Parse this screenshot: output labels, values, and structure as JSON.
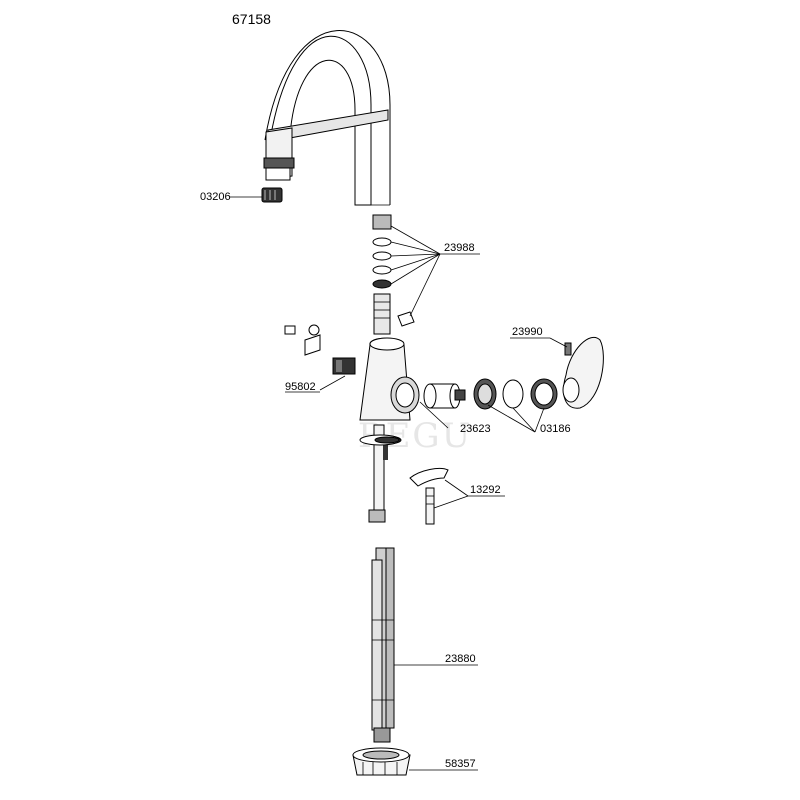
{
  "diagram": {
    "model_number": "67158",
    "watermark": "REGU",
    "part_labels": {
      "aerator": "03206",
      "seal_set": "23988",
      "lever": "23990",
      "diverter": "95802",
      "cartridge": "23623",
      "nut_set": "03186",
      "mounting_kit": "13292",
      "hoses": "23880",
      "base_nut": "58357"
    }
  }
}
